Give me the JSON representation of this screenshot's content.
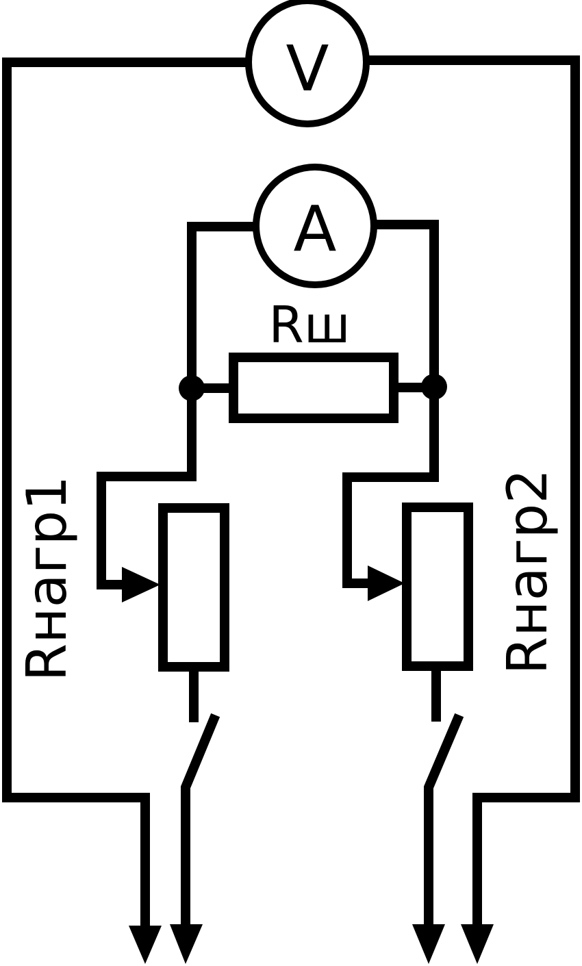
{
  "diagram": {
    "type": "circuit-schematic",
    "components": {
      "voltmeter": {
        "symbol": "V",
        "kind": "voltmeter"
      },
      "ammeter": {
        "symbol": "A",
        "kind": "ammeter"
      },
      "shunt": {
        "label": "Rш",
        "kind": "resistor"
      },
      "load1": {
        "label": "Rнагр1",
        "kind": "rheostat"
      },
      "load2": {
        "label": "Rнагр2",
        "kind": "rheostat"
      },
      "switch1": {
        "kind": "switch",
        "state": "open"
      },
      "switch2": {
        "kind": "switch",
        "state": "open"
      }
    },
    "terminals": [
      "out-1",
      "out-2",
      "out-3",
      "out-4"
    ],
    "colors": {
      "line": "#000000",
      "background": "#ffffff"
    }
  }
}
